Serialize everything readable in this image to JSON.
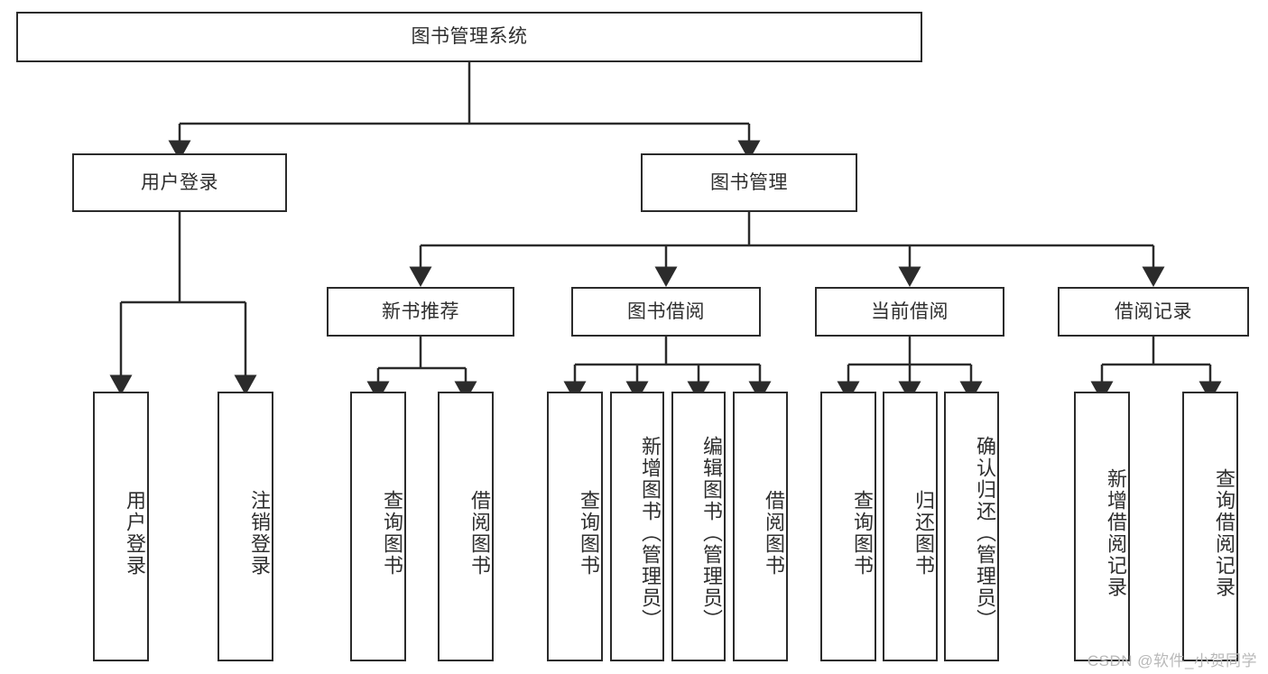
{
  "diagram": {
    "title": "图书管理系统",
    "type": "tree-hierarchy",
    "orientation": "top-down",
    "colors": {
      "box_border": "#2b2b2b",
      "box_fill": "#ffffff",
      "text": "#2e2e2e",
      "connector": "#2b2b2b",
      "watermark": "#b9b9b9",
      "page_background": "#ffffff"
    }
  },
  "watermark": {
    "text": "CSDN @软件_小贺同学"
  },
  "nodes": {
    "root": {
      "label": "图书管理系统"
    },
    "level2": [
      {
        "id": "user-login",
        "label": "用户登录"
      },
      {
        "id": "book-management",
        "label": "图书管理"
      }
    ],
    "level3": [
      {
        "id": "new-book-recommend",
        "label": "新书推荐"
      },
      {
        "id": "book-borrow",
        "label": "图书借阅"
      },
      {
        "id": "current-borrow",
        "label": "当前借阅"
      },
      {
        "id": "borrow-record",
        "label": "借阅记录"
      }
    ],
    "leaves": [
      {
        "id": "leaf-user-login",
        "label": "用户登录",
        "parent": "user-login"
      },
      {
        "id": "leaf-logout-login",
        "label": "注销登录",
        "parent": "user-login"
      },
      {
        "id": "leaf-query-book-1",
        "label": "查询图书",
        "parent": "new-book-recommend"
      },
      {
        "id": "leaf-borrow-book-1",
        "label": "借阅图书",
        "parent": "new-book-recommend"
      },
      {
        "id": "leaf-query-book-2",
        "label": "查询图书",
        "parent": "book-borrow"
      },
      {
        "id": "leaf-add-book",
        "label": "新增图书（管理员）",
        "parent": "book-borrow"
      },
      {
        "id": "leaf-edit-book",
        "label": "编辑图书（管理员）",
        "parent": "book-borrow"
      },
      {
        "id": "leaf-borrow-book-2",
        "label": "借阅图书",
        "parent": "book-borrow"
      },
      {
        "id": "leaf-query-book-3",
        "label": "查询图书",
        "parent": "current-borrow"
      },
      {
        "id": "leaf-return-book",
        "label": "归还图书",
        "parent": "current-borrow"
      },
      {
        "id": "leaf-confirm-return",
        "label": "确认归还（管理员）",
        "parent": "current-borrow"
      },
      {
        "id": "leaf-add-record",
        "label": "新增借阅记录",
        "parent": "borrow-record"
      },
      {
        "id": "leaf-query-record",
        "label": "查询借阅记录",
        "parent": "borrow-record"
      }
    ]
  }
}
